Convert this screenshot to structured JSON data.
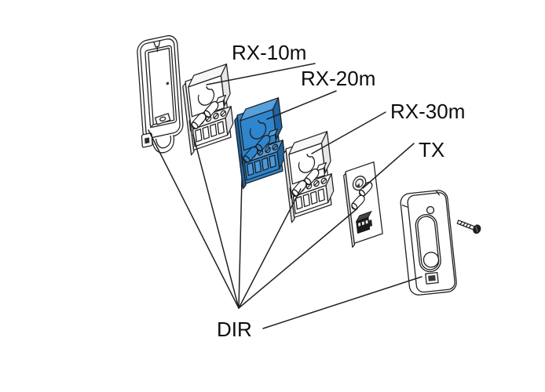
{
  "figure": {
    "background": "#ffffff",
    "line_color": "#202020",
    "highlight_color": "#2e86cf",
    "labels": {
      "rx10": "RX-10m",
      "rx20": "RX-20m",
      "rx30": "RX-30m",
      "tx": "TX",
      "dir": "DIR"
    },
    "parts": [
      {
        "name": "rear-housing",
        "points_to_label": "DIR"
      },
      {
        "name": "receiver-module-rx-10m",
        "points_to_label": "RX-10m",
        "highlighted": false
      },
      {
        "name": "receiver-module-rx-20m",
        "points_to_label": "RX-20m",
        "highlighted": true
      },
      {
        "name": "receiver-module-rx-30m",
        "points_to_label": "RX-30m",
        "highlighted": false
      },
      {
        "name": "transmitter-board-tx",
        "points_to_label": "TX",
        "highlighted": false
      },
      {
        "name": "front-cover",
        "points_to_label": "DIR"
      },
      {
        "name": "fixing-screw"
      }
    ]
  }
}
